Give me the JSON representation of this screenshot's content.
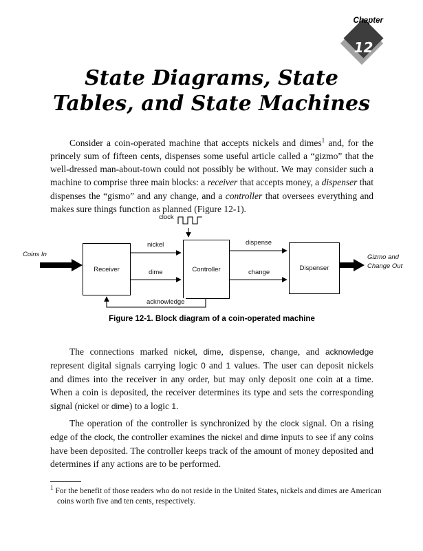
{
  "chapter_badge": {
    "label": "Chapter",
    "number": "12"
  },
  "title": {
    "line1": "State Diagrams, State",
    "line2": "Tables, and State Machines"
  },
  "paragraphs": {
    "p1": [
      {
        "t": "Consider a coin-operated machine that accepts nickels and dimes"
      },
      {
        "t": "1",
        "sup": true
      },
      {
        "t": " and, for the princely sum of fifteen cents, dispenses some useful article called a “gizmo” that the well-dressed man-about-town could not possibly be without. We may consider such a machine to comprise three main blocks: a "
      },
      {
        "t": "receiver",
        "i": true
      },
      {
        "t": " that accepts money, a "
      },
      {
        "t": "dispenser",
        "i": true
      },
      {
        "t": " that dispenses the “gismo” and any change, and a "
      },
      {
        "t": "controller",
        "i": true
      },
      {
        "t": " that oversees everything and makes sure things function as planned (Figure 12-1)."
      }
    ],
    "p2": [
      {
        "t": "The connections marked "
      },
      {
        "t": "nickel",
        "sig": true
      },
      {
        "t": ", "
      },
      {
        "t": "dime",
        "sig": true
      },
      {
        "t": ", "
      },
      {
        "t": "dispense",
        "sig": true
      },
      {
        "t": ", "
      },
      {
        "t": "change",
        "sig": true
      },
      {
        "t": ", and "
      },
      {
        "t": "acknowledge",
        "sig": true
      },
      {
        "t": " represent digital signals carrying logic "
      },
      {
        "t": "0",
        "sig": true
      },
      {
        "t": " and "
      },
      {
        "t": "1",
        "sig": true
      },
      {
        "t": " values. The user can deposit nickels and dimes into the receiver in any order, but may only deposit one coin at a time. When a coin is deposited, the receiver determines its type and sets the corresponding signal ("
      },
      {
        "t": "nickel",
        "sig": true
      },
      {
        "t": " or "
      },
      {
        "t": "dime",
        "sig": true
      },
      {
        "t": ") to a logic "
      },
      {
        "t": "1",
        "sig": true
      },
      {
        "t": "."
      }
    ],
    "p3": [
      {
        "t": "The operation of the controller is synchronized by the "
      },
      {
        "t": "clock",
        "sig": true
      },
      {
        "t": " signal. On a rising edge of the "
      },
      {
        "t": "clock",
        "sig": true
      },
      {
        "t": ", the controller examines the "
      },
      {
        "t": "nickel",
        "sig": true
      },
      {
        "t": " and "
      },
      {
        "t": "dime",
        "sig": true
      },
      {
        "t": " inputs to see if any coins have been deposited. The controller keeps track of the amount of money deposited and determines if any actions are to be performed."
      }
    ]
  },
  "figure": {
    "caption": "Figure 12-1. Block diagram of a coin-operated machine",
    "labels": {
      "clock": "clock",
      "coins_in": "Coins In",
      "nickel": "nickel",
      "dime": "dime",
      "dispense": "dispense",
      "change": "change",
      "acknowledge": "acknowledge",
      "receiver": "Receiver",
      "controller": "Controller",
      "dispenser": "Dispenser",
      "gizmo_out_line1": "Gizmo and",
      "gizmo_out_line2": "Change Out"
    }
  },
  "footnote": {
    "segments": [
      {
        "t": "1",
        "sup": true
      },
      {
        "t": " For the benefit of those readers who do not reside in the United States, nickels and dimes are American coins worth five and ten cents, respectively."
      }
    ]
  }
}
